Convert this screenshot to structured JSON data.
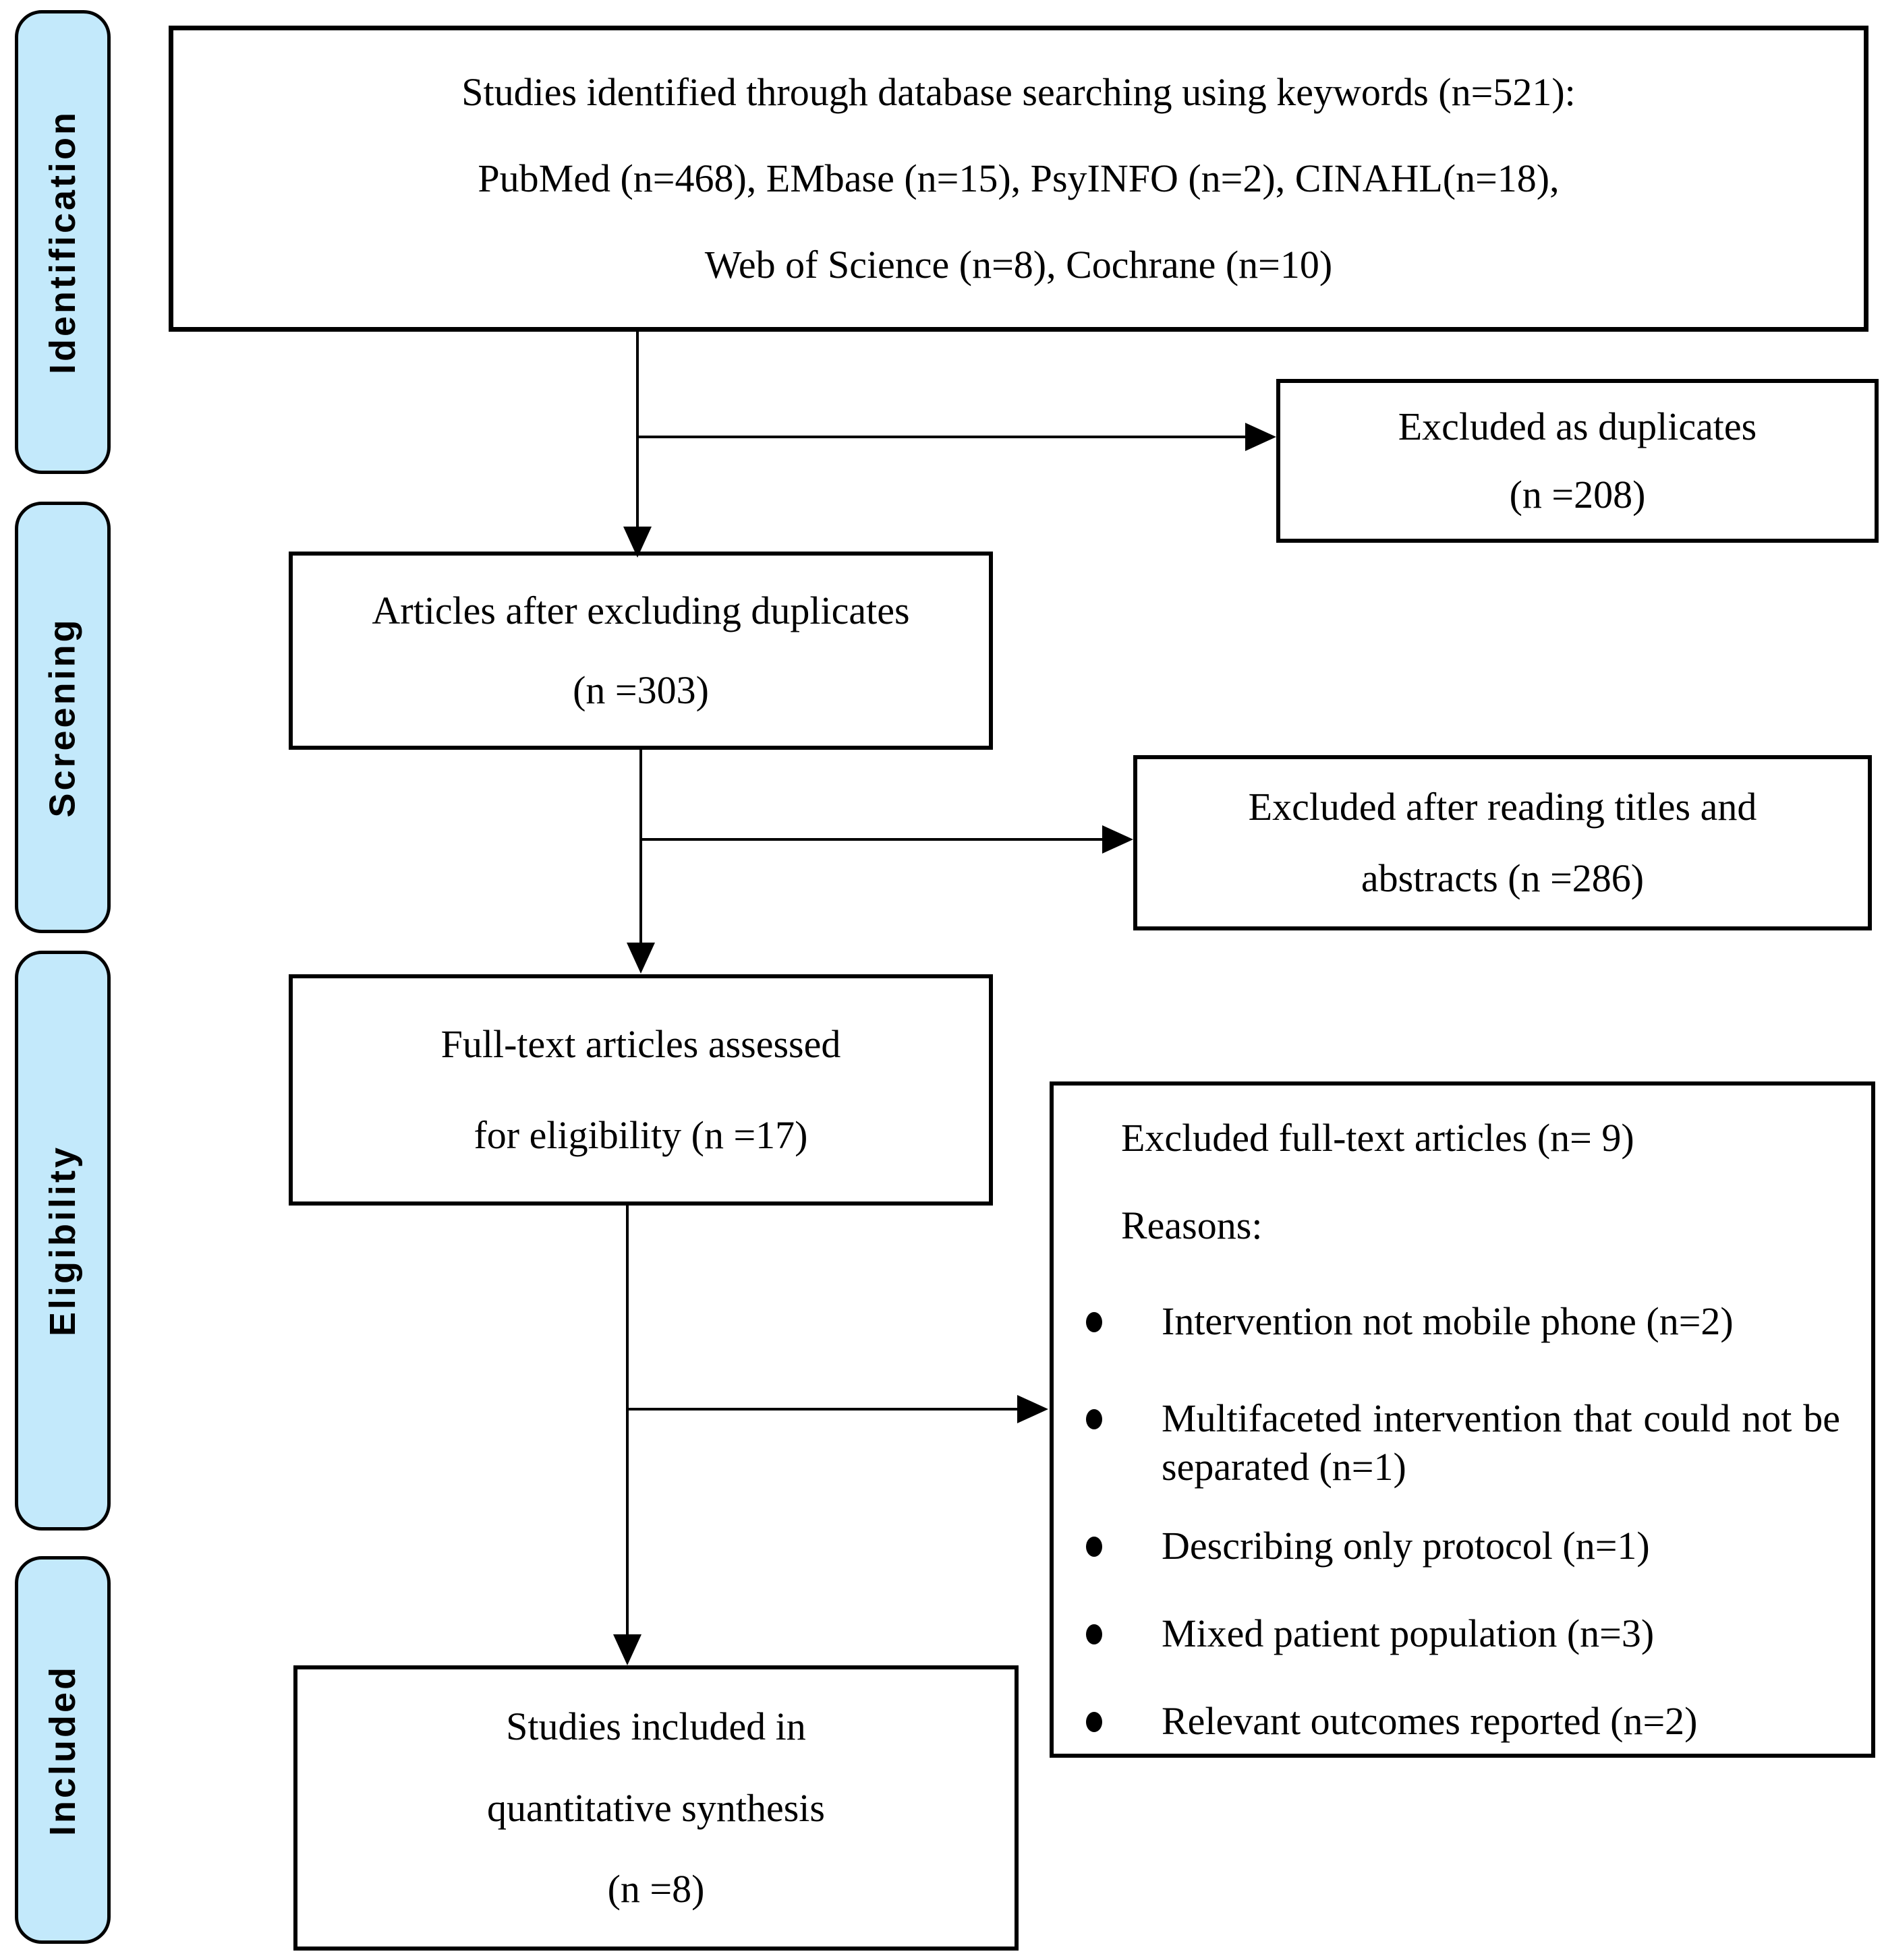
{
  "stages": [
    {
      "label": "Identification"
    },
    {
      "label": "Screening"
    },
    {
      "label": "Eligibility"
    },
    {
      "label": "Included"
    }
  ],
  "boxes": {
    "identified": {
      "lines": [
        "Studies identified through database searching using keywords (n=521):",
        "PubMed (n=468), EMbase (n=15), PsyINFO (n=2), CINAHL(n=18),",
        "Web of Science (n=8), Cochrane (n=10)"
      ]
    },
    "excluded_duplicates": {
      "lines": [
        "Excluded as duplicates",
        "(n =208)"
      ]
    },
    "after_duplicates": {
      "lines": [
        "Articles after excluding duplicates",
        "(n =303)"
      ]
    },
    "excluded_titles_abstracts": {
      "lines": [
        "Excluded after reading titles and",
        "abstracts (n =286)"
      ]
    },
    "fulltext_assessed": {
      "lines": [
        "Full-text articles assessed",
        "for eligibility (n =17)"
      ]
    },
    "excluded_fulltext": {
      "title": "Excluded full-text articles (n= 9)",
      "reasons_label": "Reasons:",
      "reasons": [
        "Intervention not mobile phone (n=2)",
        "Multifaceted intervention that could not be separated (n=1)",
        "Describing only protocol (n=1)",
        "Mixed patient population (n=3)",
        "Relevant outcomes reported (n=2)"
      ]
    },
    "included_synthesis": {
      "lines": [
        "Studies included in",
        "quantitative synthesis",
        "(n =8)"
      ]
    }
  },
  "colors": {
    "stage_fill": "#c3e9fb",
    "line": "#000000"
  }
}
